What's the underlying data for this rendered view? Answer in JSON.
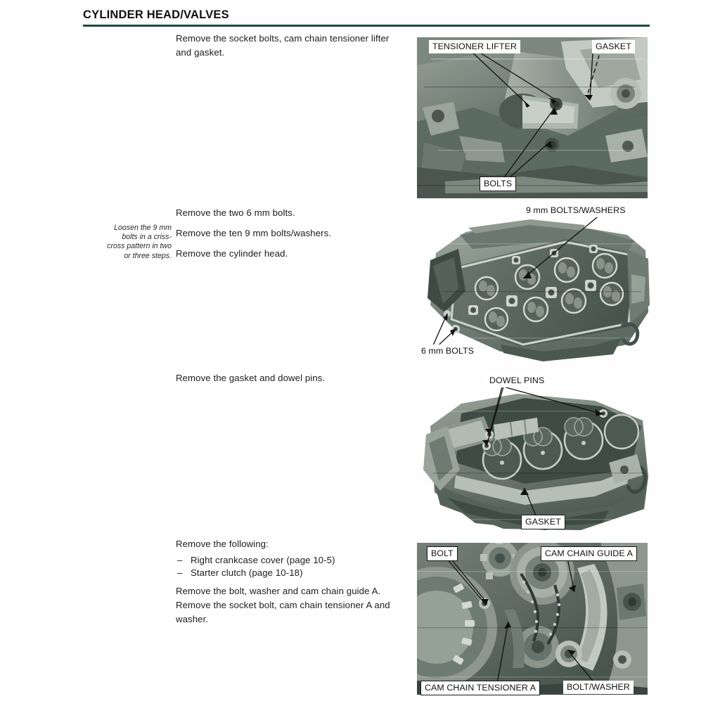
{
  "header": {
    "title": "CYLINDER HEAD/VALVES",
    "rule_color": "#1d4a41"
  },
  "sections": [
    {
      "id": "section-tensioner-lifter",
      "text_lines": [
        "Remove the socket bolts, cam chain tensioner lifter",
        "and gasket."
      ]
    },
    {
      "id": "section-cylinder-head",
      "margin_note_lines": [
        "Loosen the 9 mm",
        "bolts in a criss-",
        "cross pattern in two",
        "or three steps."
      ],
      "text_lines": [
        "Remove the two 6 mm bolts.",
        "Remove the ten 9 mm bolts/washers.",
        "Remove the cylinder head."
      ]
    },
    {
      "id": "section-gasket-dowel",
      "text_lines": [
        "Remove the gasket and dowel pins."
      ]
    },
    {
      "id": "section-cam-chain-guide",
      "intro": "Remove the following:",
      "bullets": [
        {
          "dash": "–",
          "label": "Right crankcase cover (page 10-5)"
        },
        {
          "dash": "–",
          "label": "Starter clutch (page 10-18)"
        }
      ],
      "text_lines": [
        "Remove the bolt, washer and cam chain guide A.",
        "Remove the socket bolt, cam chain tensioner A and",
        "washer."
      ]
    }
  ],
  "figures": [
    {
      "id": "figure-tensioner-lifter",
      "caption_labels": [
        {
          "name": "tensioner-lifter",
          "text": "TENSIONER LIFTER",
          "style": "onwhite"
        },
        {
          "name": "gasket",
          "text": "GASKET",
          "style": "onwhite"
        },
        {
          "name": "bolts",
          "text": "BOLTS",
          "style": "boxed"
        }
      ]
    },
    {
      "id": "figure-cylinder-head",
      "caption_labels": [
        {
          "name": "bolts-washers-9mm",
          "text": "9 mm BOLTS/WASHERS",
          "style": "onwhite"
        },
        {
          "name": "bolts-6mm",
          "text": "6 mm BOLTS",
          "style": "onwhite"
        }
      ]
    },
    {
      "id": "figure-dowel-pins",
      "caption_labels": [
        {
          "name": "dowel-pins",
          "text": "DOWEL PINS",
          "style": "onwhite"
        },
        {
          "name": "gasket",
          "text": "GASKET",
          "style": "boxed"
        }
      ]
    },
    {
      "id": "figure-cam-chain",
      "caption_labels": [
        {
          "name": "bolt",
          "text": "BOLT",
          "style": "boxed"
        },
        {
          "name": "cam-chain-guide-a",
          "text": "CAM CHAIN GUIDE A",
          "style": "boxed"
        },
        {
          "name": "cam-chain-tensioner-a",
          "text": "CAM CHAIN TENSIONER A",
          "style": "boxed"
        },
        {
          "name": "bolt-washer",
          "text": "BOLT/WASHER",
          "style": "onwhite"
        }
      ]
    }
  ],
  "colors": {
    "photo_dark": "#46564f",
    "photo_mid": "#7f8c85",
    "photo_light": "#b9c2bb",
    "photo_highlight": "#dfe3de",
    "rule": "#1d4a41"
  }
}
